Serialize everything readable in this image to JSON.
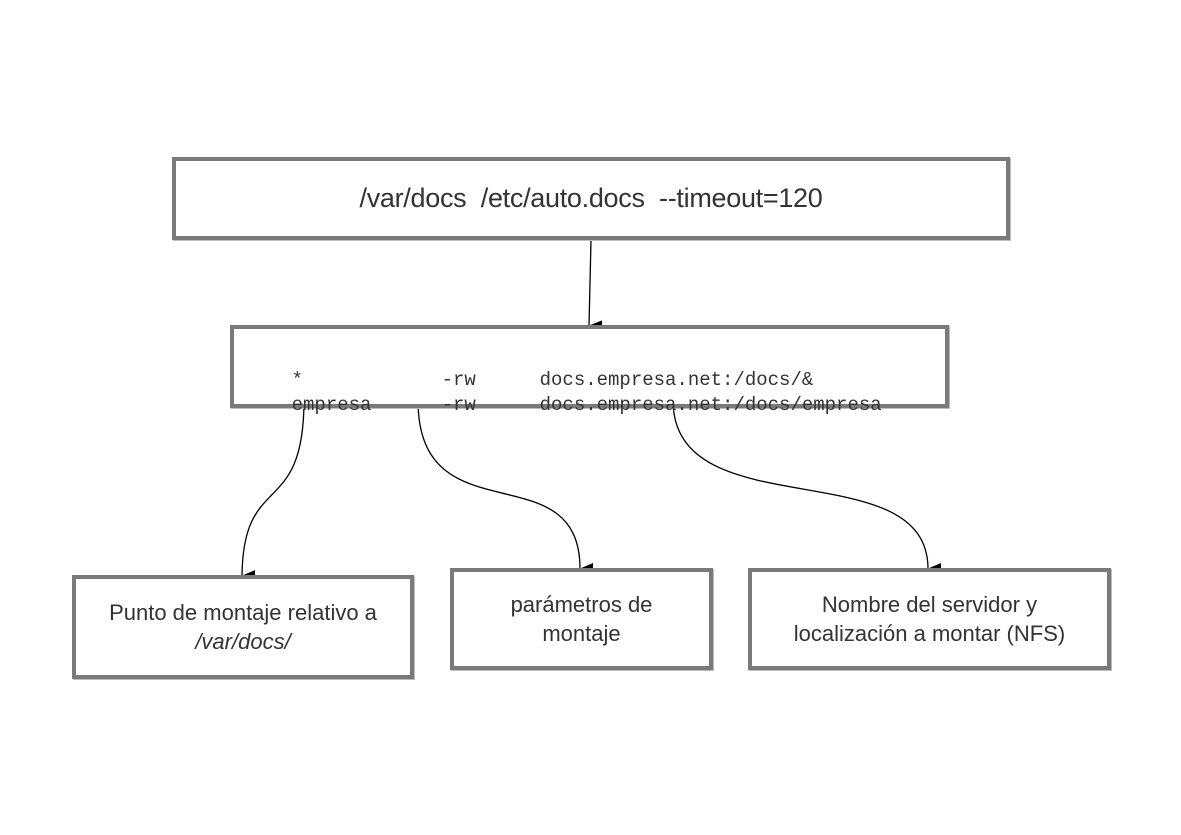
{
  "top_box": {
    "text": "/var/docs  /etc/auto.docs  --timeout=120"
  },
  "map_box": {
    "rows": [
      {
        "key": "*",
        "options": "-rw",
        "location": "docs.empresa.net:/docs/&"
      },
      {
        "key": "empresa",
        "options": "-rw",
        "location": "docs.empresa.net:/docs/empresa"
      }
    ]
  },
  "labels": {
    "mount_point_line1": "Punto de montaje relativo a",
    "mount_point_line2": "/var/docs/",
    "params_line1": "parámetros de",
    "params_line2": "montaje",
    "server_line1": "Nombre del servidor y",
    "server_line2": "localización a montar (NFS)"
  },
  "colors": {
    "border": "#7a7a7a",
    "text": "#333333",
    "arrow": "#000000"
  }
}
